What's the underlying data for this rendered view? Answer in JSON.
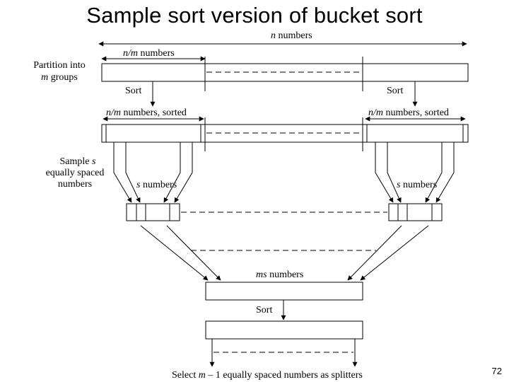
{
  "slide": {
    "title": "Sample sort version of bucket sort",
    "page_number": "72"
  },
  "diagram": {
    "n_numbers": {
      "var": "n",
      "text": " numbers"
    },
    "nm_numbers": {
      "var": "n/m",
      "text": " numbers"
    },
    "partition_label": {
      "line1": "Partition into",
      "line2_var": "m",
      "line2_text": " groups"
    },
    "sort_left": "Sort",
    "sort_right": "Sort",
    "nm_sorted_left": {
      "var": "n/m",
      "text": " numbers, sorted"
    },
    "nm_sorted_right": {
      "var": "n/m",
      "text": " numbers, sorted"
    },
    "sample_label": {
      "line1_text": "Sample ",
      "line1_var": "s",
      "line2": "equally spaced",
      "line3": "numbers"
    },
    "s_numbers_left": {
      "var": "s",
      "text": " numbers"
    },
    "s_numbers_right": {
      "var": "s",
      "text": " numbers"
    },
    "ms_numbers": {
      "var": "ms",
      "text": " numbers"
    },
    "sort_bottom": "Sort",
    "select_label": {
      "before": "Select ",
      "var": "m",
      "after": " – 1 equally spaced numbers as splitters"
    }
  }
}
